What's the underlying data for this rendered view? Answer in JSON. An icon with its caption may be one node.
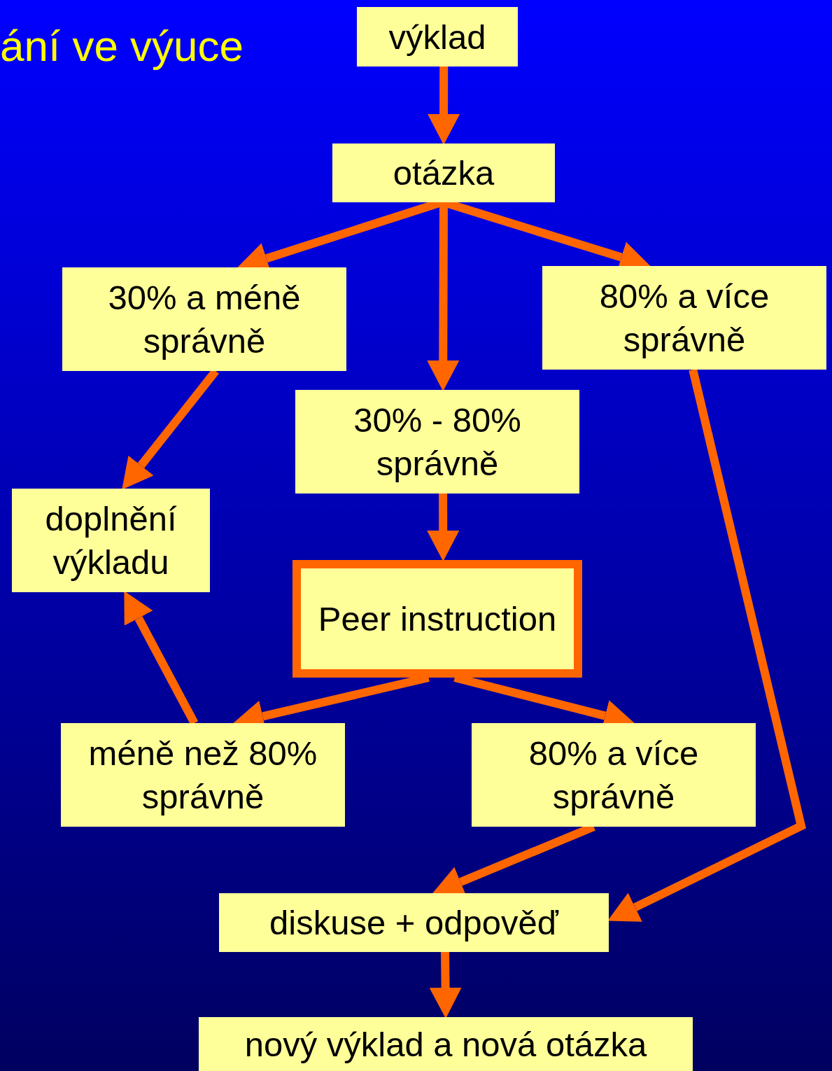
{
  "diagram": {
    "title": "ání ve výuce",
    "nodes": [
      {
        "text": [
          "výklad"
        ]
      },
      {
        "text": [
          "otázka"
        ]
      },
      {
        "text": [
          "30% a méně správně"
        ]
      },
      {
        "text": [
          "80% a více správně"
        ]
      },
      {
        "text": [
          "30% - 80% správně"
        ]
      },
      {
        "text": [
          "doplnění výkladu"
        ]
      },
      {
        "text": [
          "Peer instruction"
        ]
      },
      {
        "text": [
          "méně než 80% správně"
        ]
      },
      {
        "text": [
          "80% a více správně"
        ]
      },
      {
        "text": [
          "diskuse + odpověď"
        ]
      },
      {
        "text": [
          "nový výklad a nová otázka"
        ]
      }
    ],
    "edges": [
      {
        "from": 0,
        "to": 1,
        "arrow": "to"
      },
      {
        "from": 1,
        "to": 2,
        "arrow": "to"
      },
      {
        "from": 1,
        "to": 4,
        "arrow": "to"
      },
      {
        "from": 1,
        "to": 3,
        "arrow": "to"
      },
      {
        "from": 2,
        "to": 5,
        "arrow": "to"
      },
      {
        "from": 4,
        "to": 6,
        "arrow": "to"
      },
      {
        "from": 6,
        "to": 7,
        "arrow": "to"
      },
      {
        "from": 6,
        "to": 8,
        "arrow": "to"
      },
      {
        "from": 7,
        "to": 5,
        "arrow": "to"
      },
      {
        "from": 8,
        "to": 9,
        "arrow": "to"
      },
      {
        "from": 3,
        "to": 9,
        "arrow": "to"
      },
      {
        "from": 9,
        "to": 10,
        "arrow": "to"
      }
    ]
  }
}
